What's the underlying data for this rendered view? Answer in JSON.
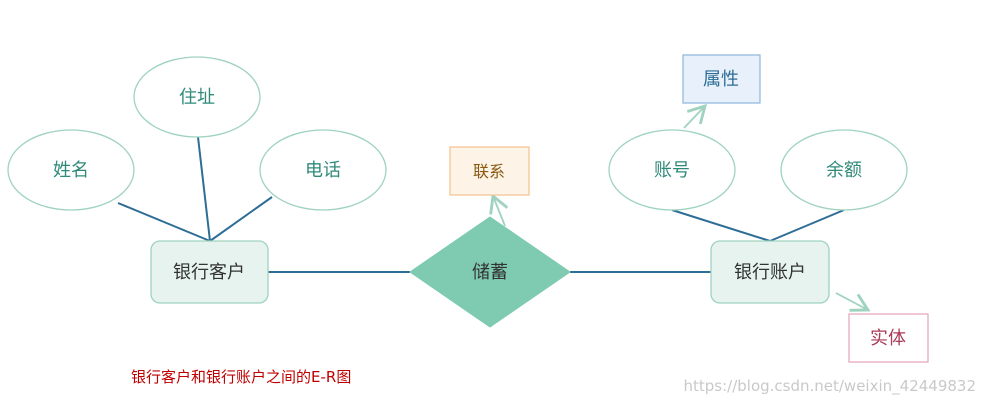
{
  "diagram": {
    "entities": {
      "customer": "银行客户",
      "account": "银行账户"
    },
    "relationship": "储蓄",
    "attributes": {
      "name": "姓名",
      "address": "住址",
      "phone": "电话",
      "account_no": "账号",
      "balance": "余额"
    },
    "legend": {
      "attribute": "属性",
      "relationship": "联系",
      "entity": "实体"
    },
    "caption": "银行客户和银行账户之间的E-R图",
    "watermark": "https://blog.csdn.net/weixin_42449832"
  },
  "colors": {
    "line": "#2e6e96",
    "entity_fill": "#e6f3ee",
    "entity_stroke": "#9fd3bf",
    "ellipse_stroke": "#9fd3bf",
    "diamond_fill": "#7ecbb2",
    "attr_text": "#2f8a7a",
    "legend_attr_fill": "#e8f0fb",
    "legend_attr_stroke": "#8eb6dc",
    "legend_rel_fill": "#fdf3e6",
    "legend_rel_stroke": "#f2c28e",
    "legend_ent_stroke": "#e3a3b6",
    "caption": "#c00000"
  }
}
